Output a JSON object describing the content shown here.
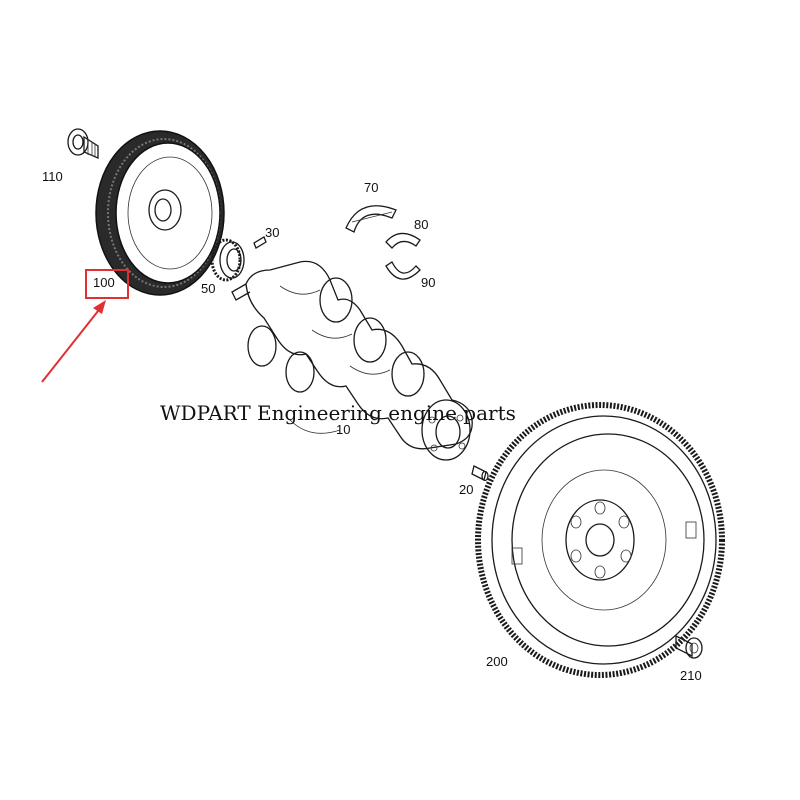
{
  "labels": {
    "p10": "10",
    "p20": "20",
    "p30": "30",
    "p50": "50",
    "p70": "70",
    "p80": "80",
    "p90": "90",
    "p100": "100",
    "p110": "110",
    "p200": "200",
    "p210": "210"
  },
  "watermark": "WDPART Engineering engine parts",
  "highlight": {
    "part": "100",
    "color": "#e03030"
  },
  "colors": {
    "line": "#1a1a1a",
    "background": "#ffffff"
  }
}
